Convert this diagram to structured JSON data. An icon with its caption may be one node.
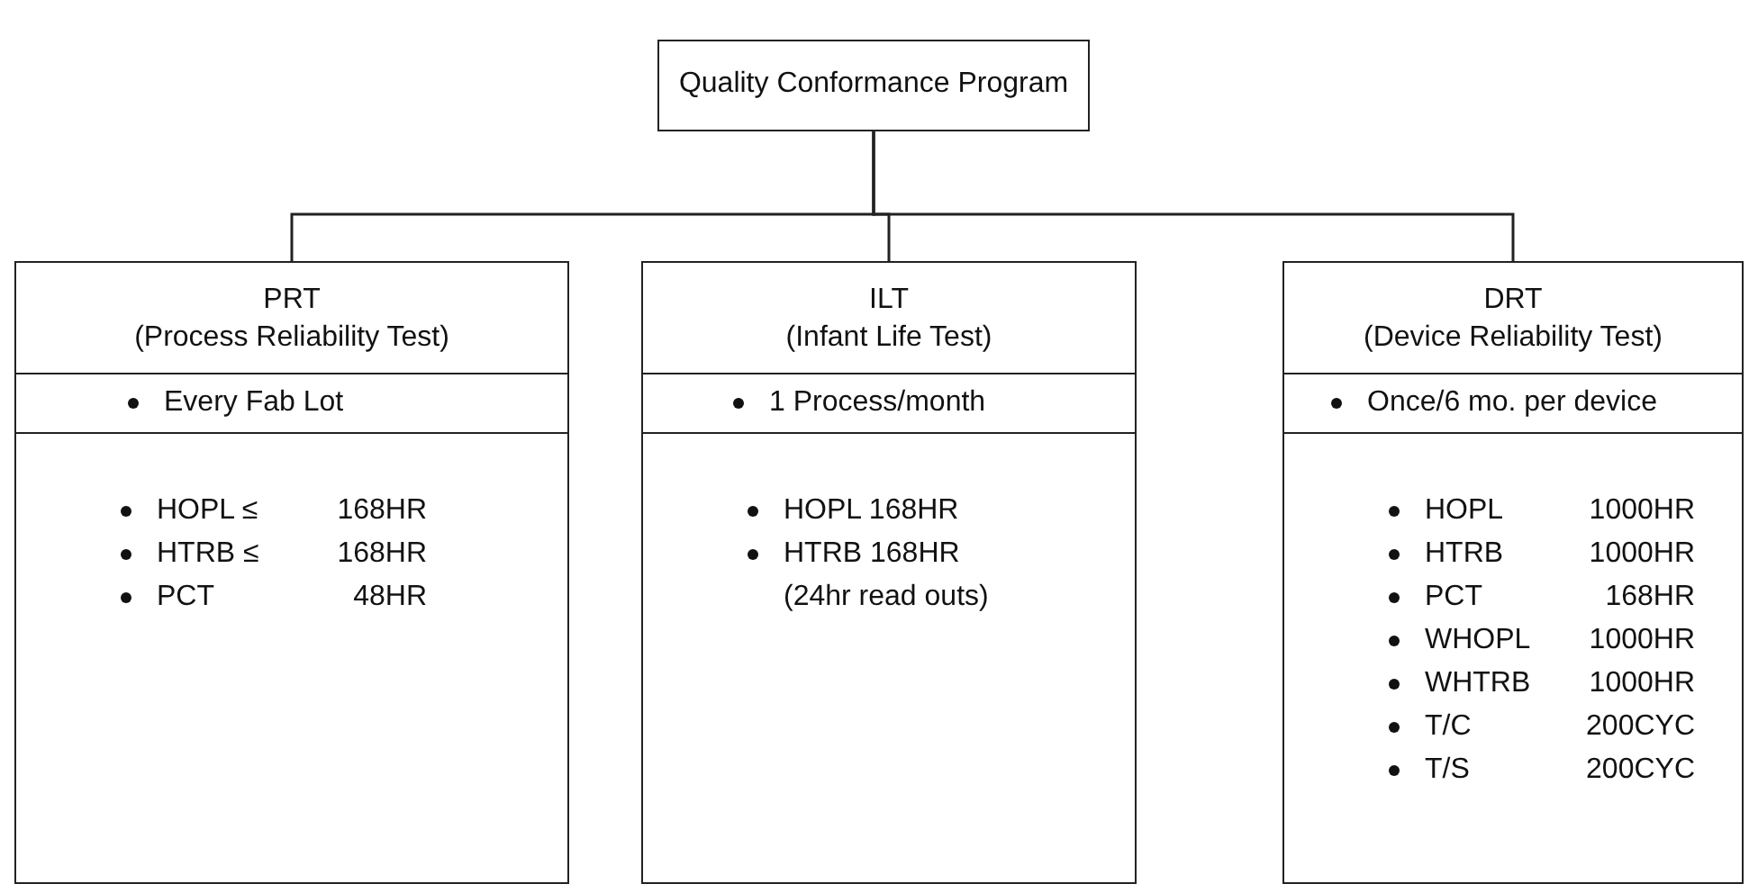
{
  "diagram": {
    "nodes": [
      {
        "text": [
          "Quality Conformance Program"
        ]
      },
      {
        "text": [
          "PRT (Process Reliability Test)",
          "Every Fab Lot",
          "HOPL ≤ 168HR",
          "HTRB ≤ 168HR",
          "PCT 48HR"
        ]
      },
      {
        "text": [
          "ILT (Infant Life Test)",
          "1 Process/month",
          "HOPL 168HR",
          "HTRB 168HR",
          "(24hr read outs)"
        ]
      },
      {
        "text": [
          "DRT (Device Reliability Test)",
          "Once/6 mo. per device",
          "HOPL 1000HR",
          "HTRB 1000HR",
          "PCT 168HR",
          "WHOPL 1000HR",
          "WHTRB 1000HR",
          "T/C 200CYC",
          "T/S 200CYC"
        ]
      }
    ],
    "edges": [
      {
        "from": 0,
        "to": 1,
        "arrow": "none"
      },
      {
        "from": 0,
        "to": 2,
        "arrow": "none"
      },
      {
        "from": 0,
        "to": 3,
        "arrow": "none"
      }
    ]
  }
}
